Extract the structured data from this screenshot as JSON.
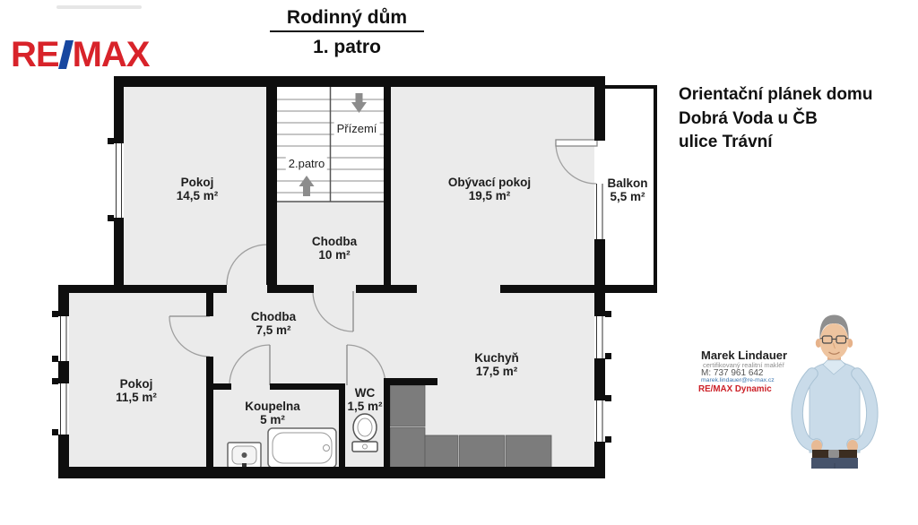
{
  "logo": {
    "re": "RE",
    "slash": "/",
    "max": "MAX"
  },
  "title": {
    "line1": "Rodinný dům",
    "line2": "1. patro"
  },
  "note": {
    "line1": "Orientační plánek domu",
    "line2": "Dobrá Voda u ČB",
    "line3": "ulice Trávní"
  },
  "stairs": {
    "down_label": "Přízemí",
    "up_label": "2.patro"
  },
  "rooms": {
    "pokoj_top": {
      "name": "Pokoj",
      "area": "14,5 m²"
    },
    "obyvaci": {
      "name": "Obývací pokoj",
      "area": "19,5 m²"
    },
    "balkon": {
      "name": "Balkon",
      "area": "5,5 m²"
    },
    "chodba10": {
      "name": "Chodba",
      "area": "10 m²"
    },
    "chodba75": {
      "name": "Chodba",
      "area": "7,5 m²"
    },
    "pokoj_dole": {
      "name": "Pokoj",
      "area": "11,5 m²"
    },
    "koupelna": {
      "name": "Koupelna",
      "area": "5 m²"
    },
    "wc": {
      "name": "WC",
      "area": "1,5 m²"
    },
    "kuchyn": {
      "name": "Kuchyň",
      "area": "17,5 m²"
    }
  },
  "agent": {
    "name": "Marek Lindauer",
    "role": "certifikovaný realitní makléř",
    "phone": "M: 737 961 642",
    "email": "marek.lindauer@re-max.cz",
    "office": "RE/MAX Dynamic"
  },
  "colors": {
    "wall": "#0e0e0e",
    "room_fill": "#ebebeb",
    "logo_red": "#d8232a",
    "logo_blue": "#1747a0",
    "counter": "#7c7c7c"
  }
}
